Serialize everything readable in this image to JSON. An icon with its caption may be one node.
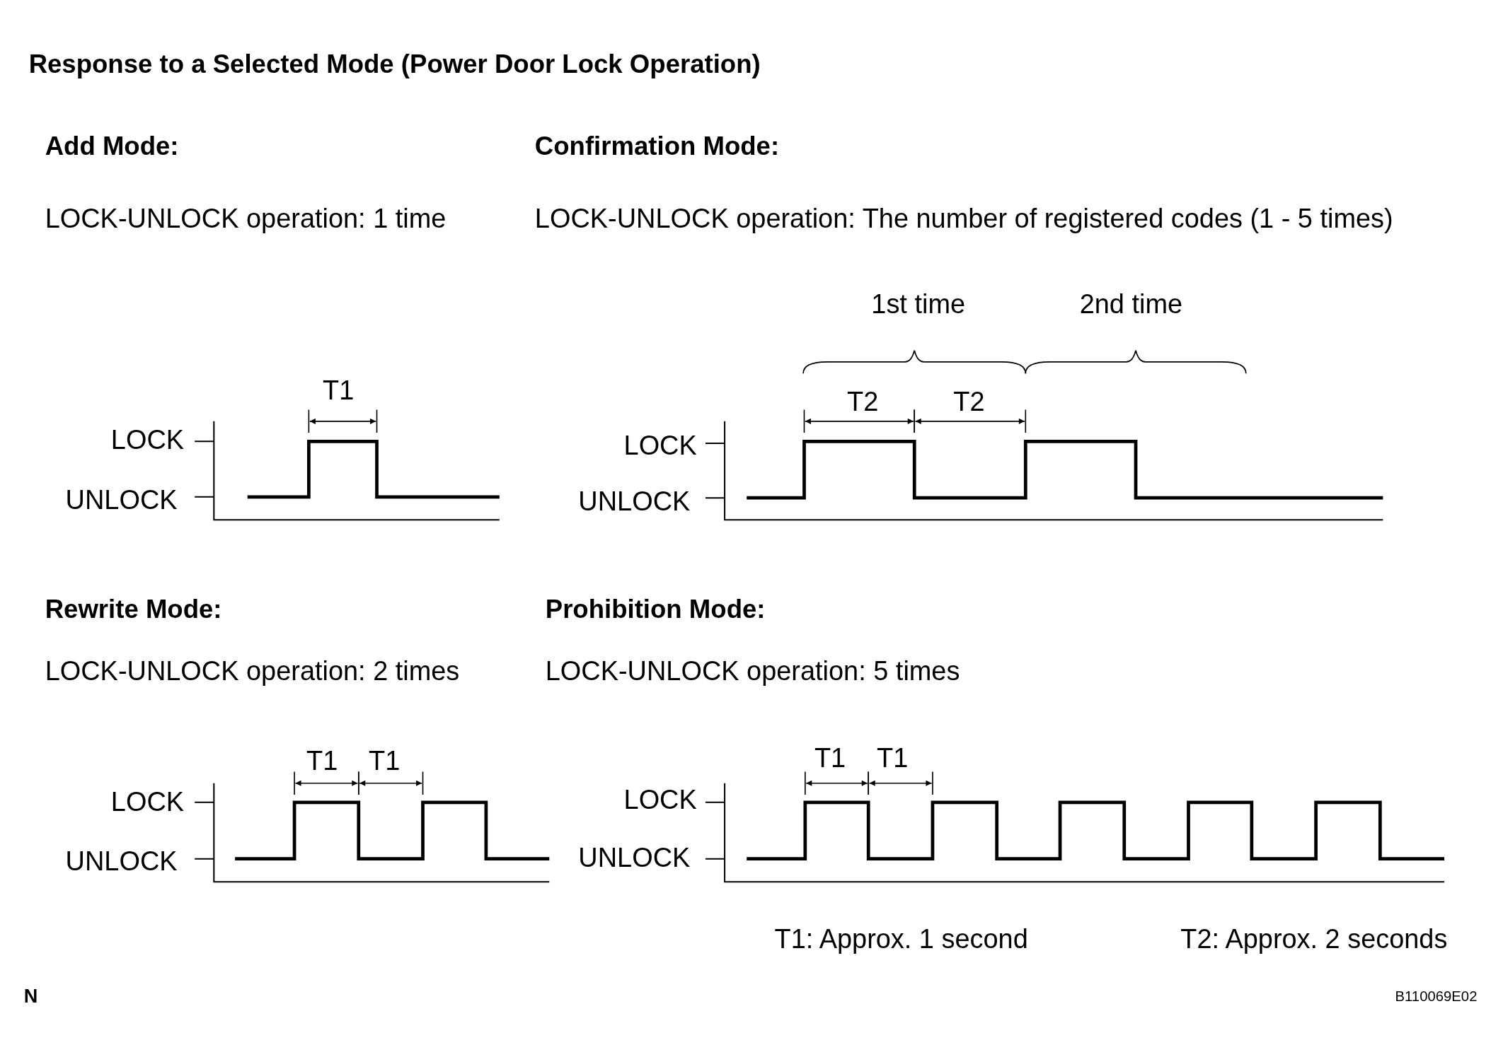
{
  "diagram": {
    "title": "Response to a Selected Mode (Power Door Lock Operation)",
    "labels": [
      "Add Mode:",
      "LOCK-UNLOCK operation: 1 time",
      "Confirmation Mode:",
      "LOCK-UNLOCK operation: The number of registered codes (1 - 5 times)",
      "1st time",
      "2nd time",
      "T1",
      "LOCK",
      "UNLOCK",
      "T2",
      "T2",
      "LOCK",
      "UNLOCK",
      "Rewrite Mode:",
      "LOCK-UNLOCK operation: 2 times",
      "Prohibition Mode:",
      "LOCK-UNLOCK operation: 5 times",
      "T1",
      "T1",
      "LOCK",
      "UNLOCK",
      "T1",
      "T1",
      "LOCK",
      "UNLOCK",
      "T1: Approx. 1 second",
      "T2: Approx. 2 seconds",
      "N",
      "B110069E02"
    ]
  }
}
